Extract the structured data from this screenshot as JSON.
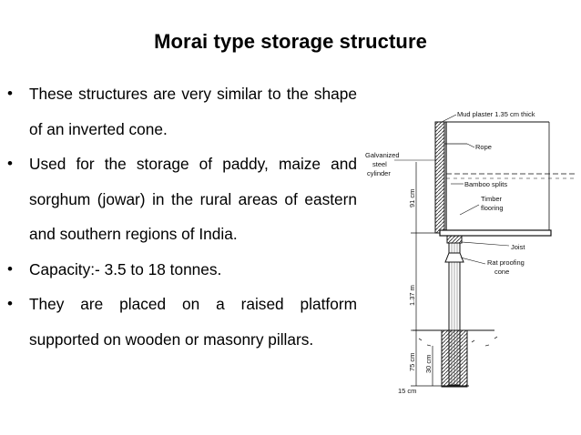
{
  "title": "Morai type storage structure",
  "bullets": [
    {
      "symbol": "•",
      "text": "These structures are very similar to the shape of an inverted cone."
    },
    {
      "symbol": "•",
      "text": "Used for the storage of paddy, maize and sorghum (jowar) in the rural areas of eastern and southern regions of India."
    },
    {
      "symbol": "•",
      "text": "Capacity:- 3.5 to 18 tonnes."
    },
    {
      "symbol": "•",
      "text": "They are placed on a raised platform supported on wooden or masonry pillars."
    }
  ],
  "diagram": {
    "labels": {
      "mud_plaster": "Mud plaster 1.35 cm thick",
      "rope": "Rope",
      "galvanized_1": "Galvanized",
      "galvanized_2": "steel",
      "galvanized_3": "cylinder",
      "bamboo": "Bamboo splits",
      "timber_1": "Timber",
      "timber_2": "flooring",
      "joist": "Joist",
      "rat_1": "Rat proofing",
      "rat_2": "cone",
      "dim_91": "91 cm",
      "dim_137": "1.37 m",
      "dim_75": "75 cm",
      "dim_30": "30 cm",
      "dim_15": "15 cm"
    }
  }
}
